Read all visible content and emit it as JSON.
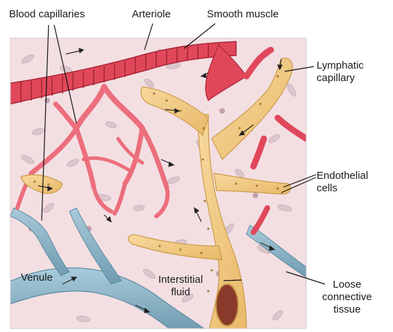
{
  "labels": {
    "blood_capillaries": "Blood capillaries",
    "arteriole": "Arteriole",
    "smooth_muscle": "Smooth muscle",
    "lymphatic_capillary": "Lymphatic\ncapillary",
    "endothelial_cells": "Endothelial\ncells",
    "venule": "Venule",
    "interstitial_fluid": "Interstitial\nfluid",
    "loose_connective_tissue": "Loose\nconnective\ntissue"
  },
  "colors": {
    "tissue": "#f3dfe2",
    "tissue_cell": "#d9c3cb",
    "arteriole": "#e0485a",
    "arteriole_dark": "#a82535",
    "capillary": "#ee7a86",
    "venule": "#8fb6c8",
    "venule_dark": "#5b8aa0",
    "lymph": "#f4cd8a",
    "lymph_dark": "#c99a4a",
    "leader": "#111111"
  }
}
